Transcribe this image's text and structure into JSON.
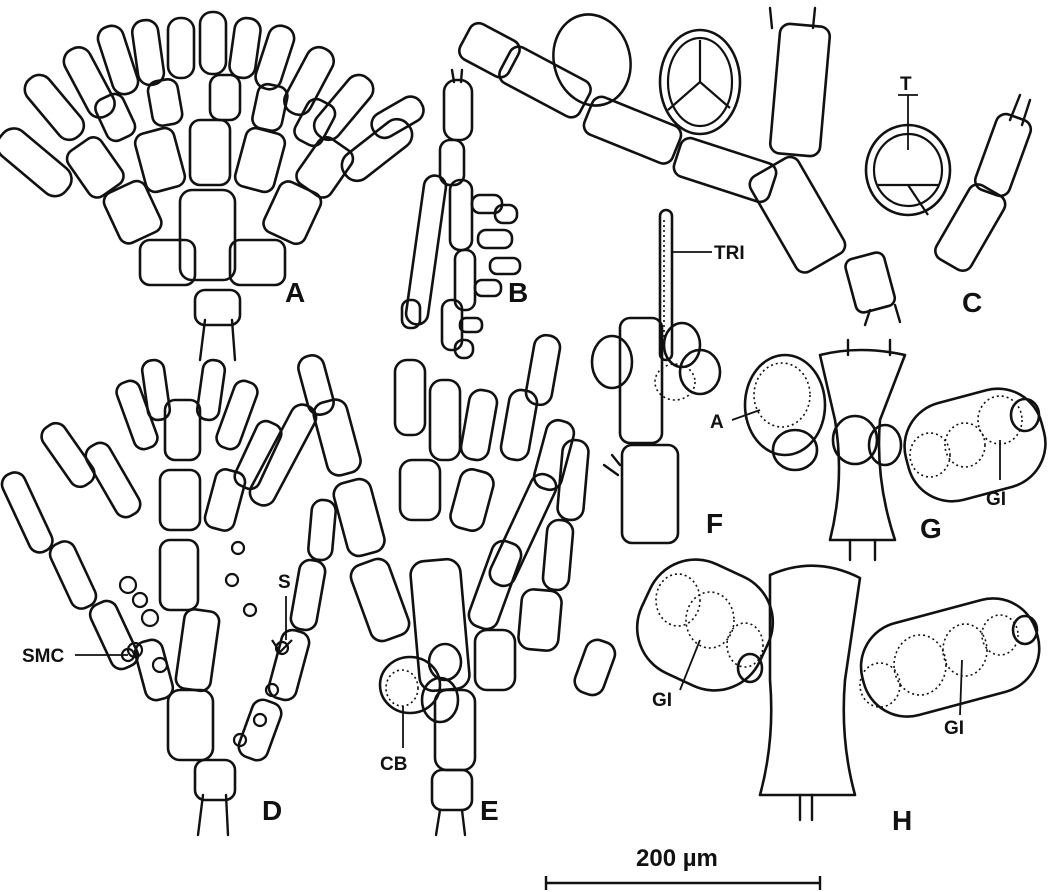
{
  "panels": [
    "A",
    "B",
    "C",
    "D",
    "E",
    "F",
    "G",
    "H"
  ],
  "structure_labels": {
    "T": "T",
    "TRI": "TRI",
    "A": "A",
    "GI_g": "GI",
    "GI_h_left": "GI",
    "GI_h_right": "GI",
    "SMC": "SMC",
    "S": "S",
    "CB": "CB"
  },
  "scale_bar": {
    "label": "200 µm"
  }
}
